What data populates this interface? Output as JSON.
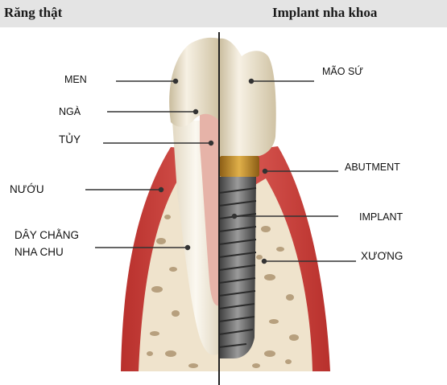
{
  "header": {
    "left_title": "Răng thật",
    "right_title": "Implant  nha khoa"
  },
  "labels": {
    "men": "MEN",
    "nga": "NGÀ",
    "tuy": "TỦY",
    "nuou": "NƯỚU",
    "day_chang_1": "DÂY CHẰNG",
    "day_chang_2": "NHA CHU",
    "mao_su": "MÃO SỨ",
    "abutment": "ABUTMENT",
    "implant": "IMPLANT",
    "xuong": "XƯƠNG"
  },
  "colors": {
    "header_bg": "#e4e4e4",
    "gum": "#d0453f",
    "bone": "#efe3cc",
    "enamel": "#f1e8d6",
    "abutment_gold": "#c08a2a",
    "implant_gray": "#6b6b6b",
    "divider": "#222222"
  }
}
